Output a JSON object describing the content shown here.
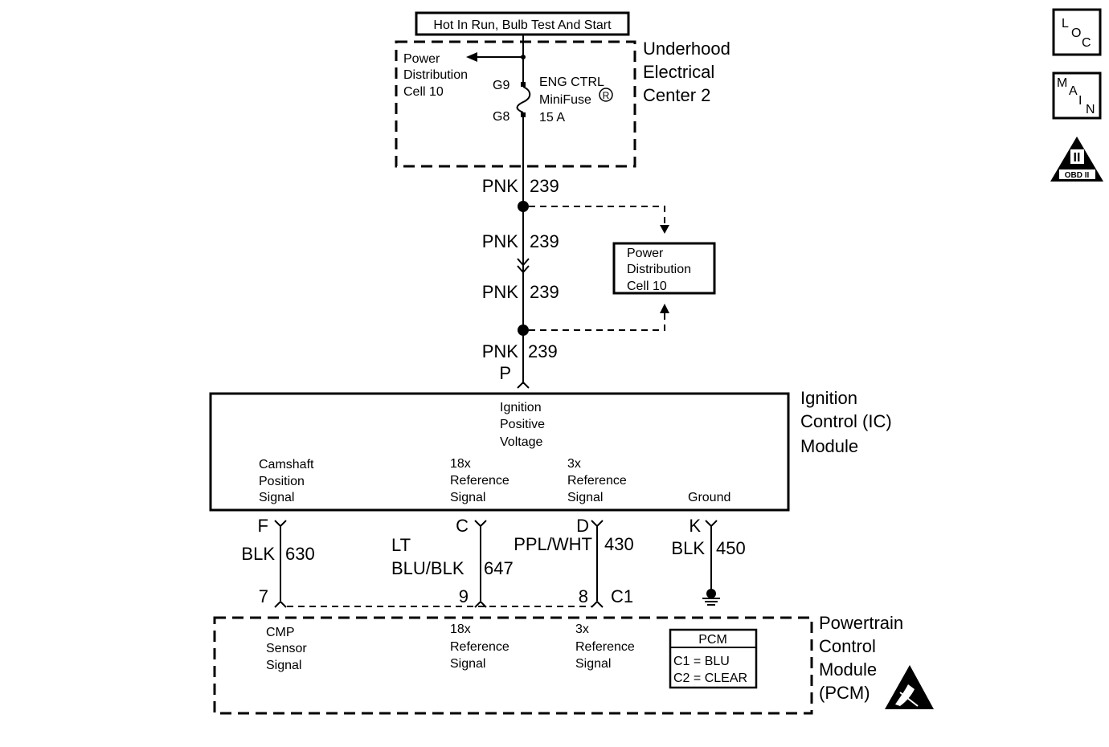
{
  "title": "Hot In Run, Bulb Test And Start",
  "icons": {
    "loc": [
      "L",
      "O",
      "C"
    ],
    "main": [
      "M",
      "A",
      "I",
      "N"
    ],
    "obd": {
      "top": "II",
      "bottom": "OBD II"
    }
  },
  "uec": {
    "name_lines": [
      "Underhood",
      "Electrical",
      "Center 2"
    ],
    "pd_lines": [
      "Power",
      "Distribution",
      "Cell 10"
    ],
    "fuse_lines": [
      "ENG CTRL",
      "MiniFuse",
      "15 A"
    ],
    "fuse_mark": "R",
    "pin_top": "G9",
    "pin_bottom": "G8"
  },
  "wires": {
    "w1": {
      "color": "PNK",
      "circuit": "239"
    },
    "w2": {
      "color": "PNK",
      "circuit": "239"
    },
    "w3": {
      "color": "PNK",
      "circuit": "239"
    },
    "w4": {
      "color": "PNK",
      "circuit": "239",
      "pin": "P"
    }
  },
  "pd_box_lines": [
    "Power",
    "Distribution",
    "Cell 10"
  ],
  "ic": {
    "name_lines": [
      "Ignition",
      "Control (IC)",
      "Module"
    ],
    "voltage_lines": [
      "Ignition",
      "Positive",
      "Voltage"
    ],
    "cam_lines": [
      "Camshaft",
      "Position",
      "Signal"
    ],
    "ref18_lines": [
      "18x",
      "Reference",
      "Signal"
    ],
    "ref3_lines": [
      "3x",
      "Reference",
      "Signal"
    ],
    "ground": "Ground"
  },
  "lower_wires": {
    "f": {
      "pin": "F",
      "color": "BLK",
      "circuit": "630",
      "pcm_pin": "7"
    },
    "c": {
      "pin": "C",
      "color_lines": [
        "LT",
        "BLU/BLK"
      ],
      "circuit": "647",
      "pcm_pin": "9"
    },
    "d": {
      "pin": "D",
      "color": "PPL/WHT",
      "circuit": "430",
      "pcm_pin": "8",
      "connector": "C1"
    },
    "k": {
      "pin": "K",
      "color": "BLK",
      "circuit": "450"
    }
  },
  "pcm": {
    "name_lines": [
      "Powertrain",
      "Control",
      "Module",
      "(PCM)"
    ],
    "cmp_lines": [
      "CMP",
      "Sensor",
      "Signal"
    ],
    "ref18_lines": [
      "18x",
      "Reference",
      "Signal"
    ],
    "ref3_lines": [
      "3x",
      "Reference",
      "Signal"
    ],
    "legend": {
      "title": "PCM",
      "rows": [
        "C1 = BLU",
        "C2 = CLEAR"
      ]
    }
  }
}
